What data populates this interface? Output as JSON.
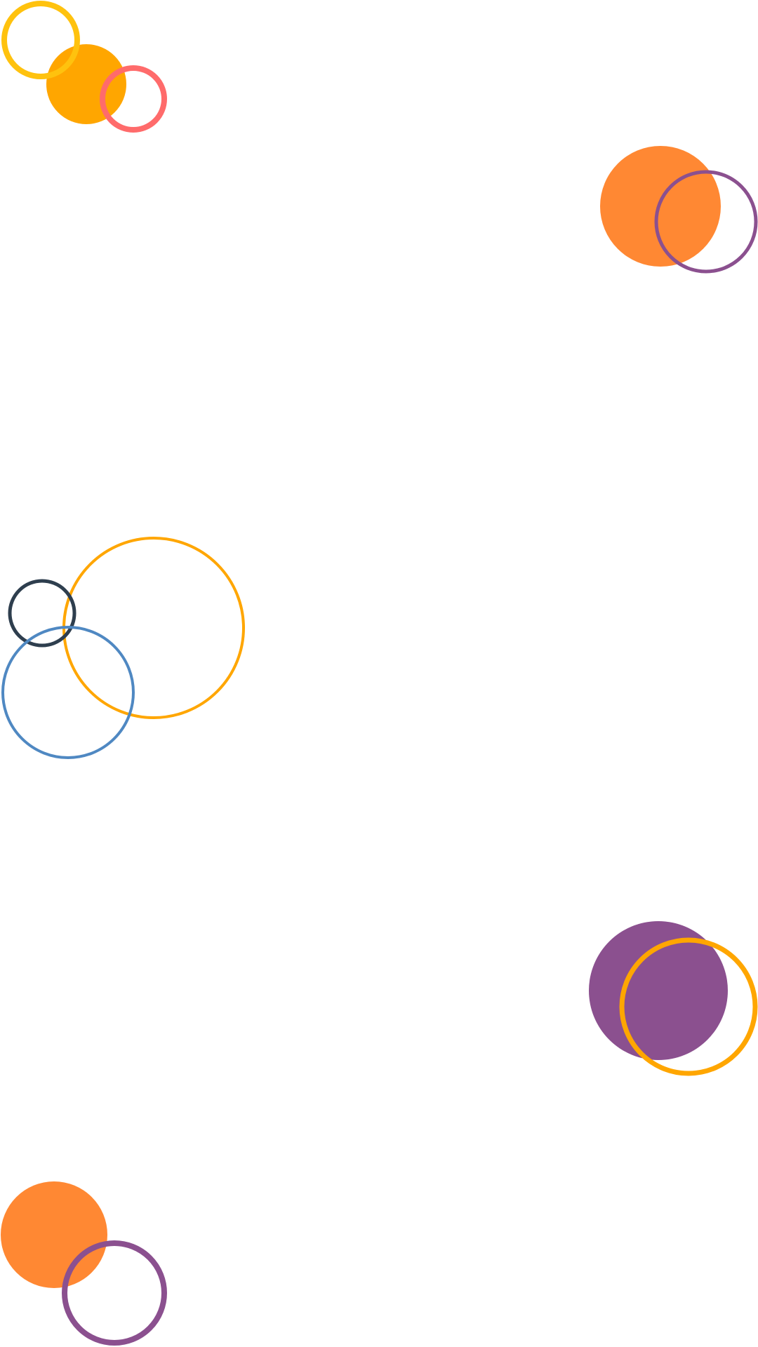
{
  "background": "#ffffff",
  "palette": {
    "yellow": "#ffc20e",
    "amber": "#ffa600",
    "coral": "#ff6b6b",
    "orange": "#ff8833",
    "purple": "#8b508f",
    "steel_blue": "#4f88c2",
    "slate": "#2e3e4e"
  },
  "decorations": [
    {
      "name": "top-left-cluster",
      "items": [
        "yellow-ring",
        "amber-disc",
        "coral-ring"
      ]
    },
    {
      "name": "top-right-cluster",
      "items": [
        "orange-disc",
        "purple-ring"
      ]
    },
    {
      "name": "middle-left-cluster",
      "items": [
        "amber-ring",
        "slate-ring",
        "steel-blue-ring"
      ]
    },
    {
      "name": "lower-right-cluster",
      "items": [
        "purple-disc",
        "amber-ring"
      ]
    },
    {
      "name": "bottom-left-cluster",
      "items": [
        "orange-disc",
        "purple-ring"
      ]
    }
  ]
}
